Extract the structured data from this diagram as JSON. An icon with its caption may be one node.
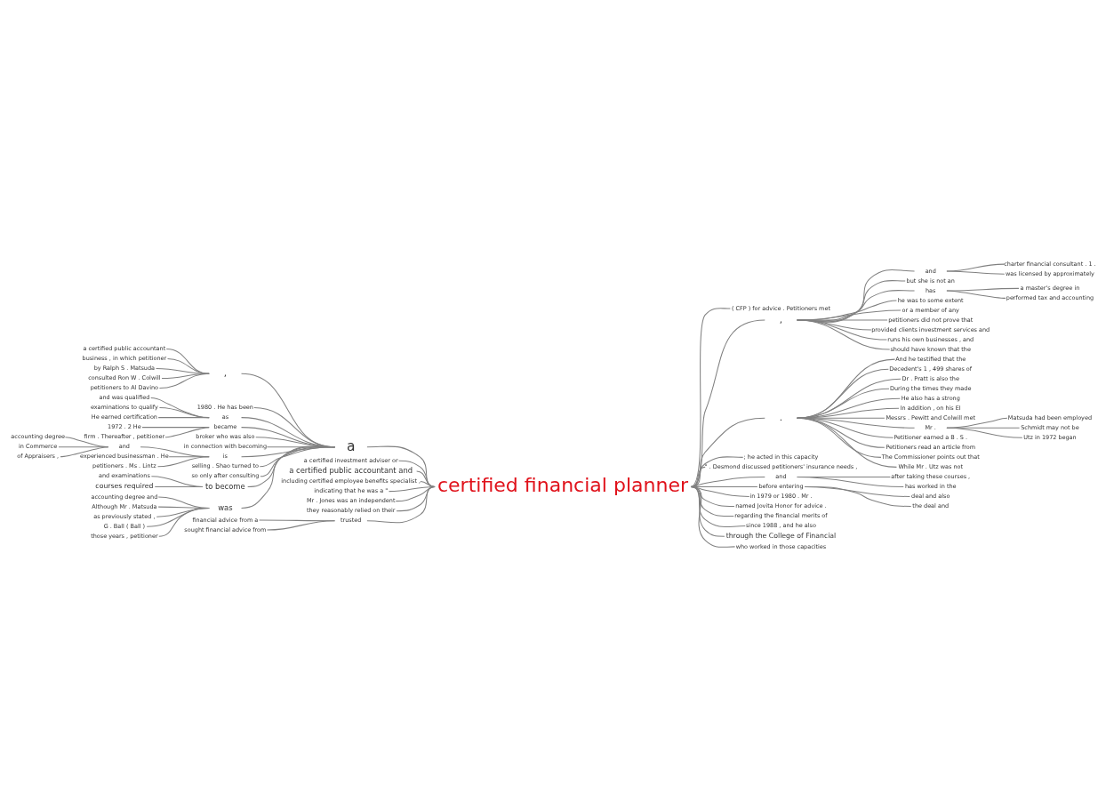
{
  "diagram": {
    "nodes": [
      {
        "text": [
          "certified financial planner"
        ]
      },
      {
        "text": [
          "a"
        ]
      },
      {
        "text": [
          ","
        ]
      },
      {
        "text": [
          "a certified public accountant"
        ]
      },
      {
        "text": [
          "business , in which petitioner"
        ]
      },
      {
        "text": [
          "by Ralph S . Matsuda"
        ]
      },
      {
        "text": [
          "consulted Ron W . Colwill"
        ]
      },
      {
        "text": [
          "petitioners to Al Davino"
        ]
      },
      {
        "text": [
          "1980 . He has been"
        ]
      },
      {
        "text": [
          "as"
        ]
      },
      {
        "text": [
          "and was qualified"
        ]
      },
      {
        "text": [
          "examinations to qualify"
        ]
      },
      {
        "text": [
          "He earned certification"
        ]
      },
      {
        "text": [
          "became"
        ]
      },
      {
        "text": [
          "1972 . 2 He"
        ]
      },
      {
        "text": [
          "firm . Thereafter , petitioner"
        ]
      },
      {
        "text": [
          "broker who was also"
        ]
      },
      {
        "text": [
          "in connection with becoming"
        ]
      },
      {
        "text": [
          "is"
        ]
      },
      {
        "text": [
          "and"
        ]
      },
      {
        "text": [
          "accounting degree"
        ]
      },
      {
        "text": [
          "in Commerce"
        ]
      },
      {
        "text": [
          "of Appraisers ,"
        ]
      },
      {
        "text": [
          "experienced businessman . He"
        ]
      },
      {
        "text": [
          "petitioners . Ms . Lintz"
        ]
      },
      {
        "text": [
          "selling . Shao turned to"
        ]
      },
      {
        "text": [
          "so only after consulting"
        ]
      },
      {
        "text": [
          "to become"
        ]
      },
      {
        "text": [
          "and examinations"
        ]
      },
      {
        "text": [
          "courses required"
        ]
      },
      {
        "text": [
          "was"
        ]
      },
      {
        "text": [
          "accounting degree and"
        ]
      },
      {
        "text": [
          "Although Mr . Matsuda"
        ]
      },
      {
        "text": [
          "as previously stated ,"
        ]
      },
      {
        "text": [
          "G . Ball ( Ball )"
        ]
      },
      {
        "text": [
          "those years , petitioner"
        ]
      },
      {
        "text": [
          "a certified investment adviser or"
        ]
      },
      {
        "text": [
          "a certified public accountant and"
        ]
      },
      {
        "text": [
          "including certified employee benefits specialist ,"
        ]
      },
      {
        "text": [
          "indicating that he was a \""
        ]
      },
      {
        "text": [
          "Mr . Jones was an independent"
        ]
      },
      {
        "text": [
          "they reasonably relied on their"
        ]
      },
      {
        "text": [
          "trusted"
        ]
      },
      {
        "text": [
          "financial advice from a"
        ]
      },
      {
        "text": [
          "sought financial advice from"
        ]
      },
      {
        "text": [
          "( CFP ) for advice . Petitioners met"
        ]
      },
      {
        "text": [
          ","
        ]
      },
      {
        "text": [
          "and"
        ]
      },
      {
        "text": [
          "charter financial consultant . 1 ."
        ]
      },
      {
        "text": [
          "was licensed by approximately"
        ]
      },
      {
        "text": [
          "but she is not an"
        ]
      },
      {
        "text": [
          "has"
        ]
      },
      {
        "text": [
          "a master's degree in"
        ]
      },
      {
        "text": [
          "performed tax and accounting"
        ]
      },
      {
        "text": [
          "he was to some extent"
        ]
      },
      {
        "text": [
          "or a member of any"
        ]
      },
      {
        "text": [
          "petitioners did not prove that"
        ]
      },
      {
        "text": [
          "provided clients investment services and"
        ]
      },
      {
        "text": [
          "runs his own businesses , and"
        ]
      },
      {
        "text": [
          "should have known that the"
        ]
      },
      {
        "text": [
          "."
        ]
      },
      {
        "text": [
          "And he testified that the"
        ]
      },
      {
        "text": [
          "Decedent's 1 , 499 shares of"
        ]
      },
      {
        "text": [
          "Dr . Pratt is also the"
        ]
      },
      {
        "text": [
          "During the times they made"
        ]
      },
      {
        "text": [
          "He also has a strong"
        ]
      },
      {
        "text": [
          "In addition , on his EI"
        ]
      },
      {
        "text": [
          "Messrs . Pewitt and Colwill met"
        ]
      },
      {
        "text": [
          "Mr ."
        ]
      },
      {
        "text": [
          "Matsuda had been employed"
        ]
      },
      {
        "text": [
          "Schmidt may not be"
        ]
      },
      {
        "text": [
          "Utz in 1972 began"
        ]
      },
      {
        "text": [
          "Petitioner earned a B . S ."
        ]
      },
      {
        "text": [
          "Petitioners read an article from"
        ]
      },
      {
        "text": [
          "The Commissioner points out that"
        ]
      },
      {
        "text": [
          "While Mr . Utz was not"
        ]
      },
      {
        "text": [
          "; he acted in this capacity"
        ]
      },
      {
        "text": [
          "\" . Desmond discussed petitioners' insurance needs ,"
        ]
      },
      {
        "text": [
          "and"
        ]
      },
      {
        "text": [
          "after taking these courses ,"
        ]
      },
      {
        "text": [
          "has worked in the"
        ]
      },
      {
        "text": [
          "before entering"
        ]
      },
      {
        "text": [
          "deal and also"
        ]
      },
      {
        "text": [
          "the deal and"
        ]
      },
      {
        "text": [
          "in 1979 or 1980 . Mr ."
        ]
      },
      {
        "text": [
          "named Jovita Honor for advice ."
        ]
      },
      {
        "text": [
          "regarding the financial merits of"
        ]
      },
      {
        "text": [
          "since 1988 , and he also"
        ]
      },
      {
        "text": [
          "through the College of Financial"
        ]
      },
      {
        "text": [
          "who worked in those capacities"
        ]
      }
    ],
    "edges": [
      {
        "from": 1,
        "to": 0,
        "arrow": "none"
      },
      {
        "from": 2,
        "to": 1,
        "arrow": "none"
      },
      {
        "from": 3,
        "to": 2,
        "arrow": "none"
      },
      {
        "from": 4,
        "to": 2,
        "arrow": "none"
      },
      {
        "from": 5,
        "to": 2,
        "arrow": "none"
      },
      {
        "from": 6,
        "to": 2,
        "arrow": "none"
      },
      {
        "from": 7,
        "to": 2,
        "arrow": "none"
      },
      {
        "from": 8,
        "to": 1,
        "arrow": "none"
      },
      {
        "from": 9,
        "to": 1,
        "arrow": "none"
      },
      {
        "from": 10,
        "to": 9,
        "arrow": "none"
      },
      {
        "from": 11,
        "to": 9,
        "arrow": "none"
      },
      {
        "from": 12,
        "to": 9,
        "arrow": "none"
      },
      {
        "from": 13,
        "to": 1,
        "arrow": "none"
      },
      {
        "from": 14,
        "to": 13,
        "arrow": "none"
      },
      {
        "from": 15,
        "to": 13,
        "arrow": "none"
      },
      {
        "from": 16,
        "to": 1,
        "arrow": "none"
      },
      {
        "from": 17,
        "to": 1,
        "arrow": "none"
      },
      {
        "from": 18,
        "to": 1,
        "arrow": "none"
      },
      {
        "from": 19,
        "to": 18,
        "arrow": "none"
      },
      {
        "from": 20,
        "to": 19,
        "arrow": "none"
      },
      {
        "from": 21,
        "to": 19,
        "arrow": "none"
      },
      {
        "from": 22,
        "to": 19,
        "arrow": "none"
      },
      {
        "from": 23,
        "to": 18,
        "arrow": "none"
      },
      {
        "from": 24,
        "to": 18,
        "arrow": "none"
      },
      {
        "from": 25,
        "to": 1,
        "arrow": "none"
      },
      {
        "from": 26,
        "to": 1,
        "arrow": "none"
      },
      {
        "from": 27,
        "to": 1,
        "arrow": "none"
      },
      {
        "from": 28,
        "to": 27,
        "arrow": "none"
      },
      {
        "from": 29,
        "to": 27,
        "arrow": "none"
      },
      {
        "from": 30,
        "to": 1,
        "arrow": "none"
      },
      {
        "from": 31,
        "to": 30,
        "arrow": "none"
      },
      {
        "from": 32,
        "to": 30,
        "arrow": "none"
      },
      {
        "from": 33,
        "to": 30,
        "arrow": "none"
      },
      {
        "from": 34,
        "to": 30,
        "arrow": "none"
      },
      {
        "from": 35,
        "to": 30,
        "arrow": "none"
      },
      {
        "from": 36,
        "to": 0,
        "arrow": "none"
      },
      {
        "from": 37,
        "to": 0,
        "arrow": "none"
      },
      {
        "from": 38,
        "to": 0,
        "arrow": "none"
      },
      {
        "from": 39,
        "to": 0,
        "arrow": "none"
      },
      {
        "from": 40,
        "to": 0,
        "arrow": "none"
      },
      {
        "from": 41,
        "to": 0,
        "arrow": "none"
      },
      {
        "from": 42,
        "to": 0,
        "arrow": "none"
      },
      {
        "from": 43,
        "to": 42,
        "arrow": "none"
      },
      {
        "from": 44,
        "to": 42,
        "arrow": "none"
      },
      {
        "from": 0,
        "to": 45,
        "arrow": "none"
      },
      {
        "from": 0,
        "to": 46,
        "arrow": "none"
      },
      {
        "from": 46,
        "to": 47,
        "arrow": "none"
      },
      {
        "from": 47,
        "to": 48,
        "arrow": "none"
      },
      {
        "from": 47,
        "to": 49,
        "arrow": "none"
      },
      {
        "from": 46,
        "to": 50,
        "arrow": "none"
      },
      {
        "from": 46,
        "to": 51,
        "arrow": "none"
      },
      {
        "from": 51,
        "to": 52,
        "arrow": "none"
      },
      {
        "from": 51,
        "to": 53,
        "arrow": "none"
      },
      {
        "from": 46,
        "to": 54,
        "arrow": "none"
      },
      {
        "from": 46,
        "to": 55,
        "arrow": "none"
      },
      {
        "from": 46,
        "to": 56,
        "arrow": "none"
      },
      {
        "from": 46,
        "to": 57,
        "arrow": "none"
      },
      {
        "from": 46,
        "to": 58,
        "arrow": "none"
      },
      {
        "from": 46,
        "to": 59,
        "arrow": "none"
      },
      {
        "from": 0,
        "to": 60,
        "arrow": "none"
      },
      {
        "from": 60,
        "to": 61,
        "arrow": "none"
      },
      {
        "from": 60,
        "to": 62,
        "arrow": "none"
      },
      {
        "from": 60,
        "to": 63,
        "arrow": "none"
      },
      {
        "from": 60,
        "to": 64,
        "arrow": "none"
      },
      {
        "from": 60,
        "to": 65,
        "arrow": "none"
      },
      {
        "from": 60,
        "to": 66,
        "arrow": "none"
      },
      {
        "from": 60,
        "to": 67,
        "arrow": "none"
      },
      {
        "from": 60,
        "to": 68,
        "arrow": "none"
      },
      {
        "from": 68,
        "to": 69,
        "arrow": "none"
      },
      {
        "from": 68,
        "to": 70,
        "arrow": "none"
      },
      {
        "from": 68,
        "to": 71,
        "arrow": "none"
      },
      {
        "from": 60,
        "to": 72,
        "arrow": "none"
      },
      {
        "from": 60,
        "to": 73,
        "arrow": "none"
      },
      {
        "from": 60,
        "to": 74,
        "arrow": "none"
      },
      {
        "from": 60,
        "to": 75,
        "arrow": "none"
      },
      {
        "from": 0,
        "to": 76,
        "arrow": "none"
      },
      {
        "from": 0,
        "to": 77,
        "arrow": "none"
      },
      {
        "from": 0,
        "to": 78,
        "arrow": "none"
      },
      {
        "from": 78,
        "to": 79,
        "arrow": "none"
      },
      {
        "from": 78,
        "to": 80,
        "arrow": "none"
      },
      {
        "from": 0,
        "to": 81,
        "arrow": "none"
      },
      {
        "from": 81,
        "to": 82,
        "arrow": "none"
      },
      {
        "from": 81,
        "to": 83,
        "arrow": "none"
      },
      {
        "from": 0,
        "to": 84,
        "arrow": "none"
      },
      {
        "from": 0,
        "to": 85,
        "arrow": "none"
      },
      {
        "from": 0,
        "to": 86,
        "arrow": "none"
      },
      {
        "from": 0,
        "to": 87,
        "arrow": "none"
      },
      {
        "from": 0,
        "to": 88,
        "arrow": "none"
      },
      {
        "from": 0,
        "to": 89,
        "arrow": "none"
      }
    ]
  }
}
